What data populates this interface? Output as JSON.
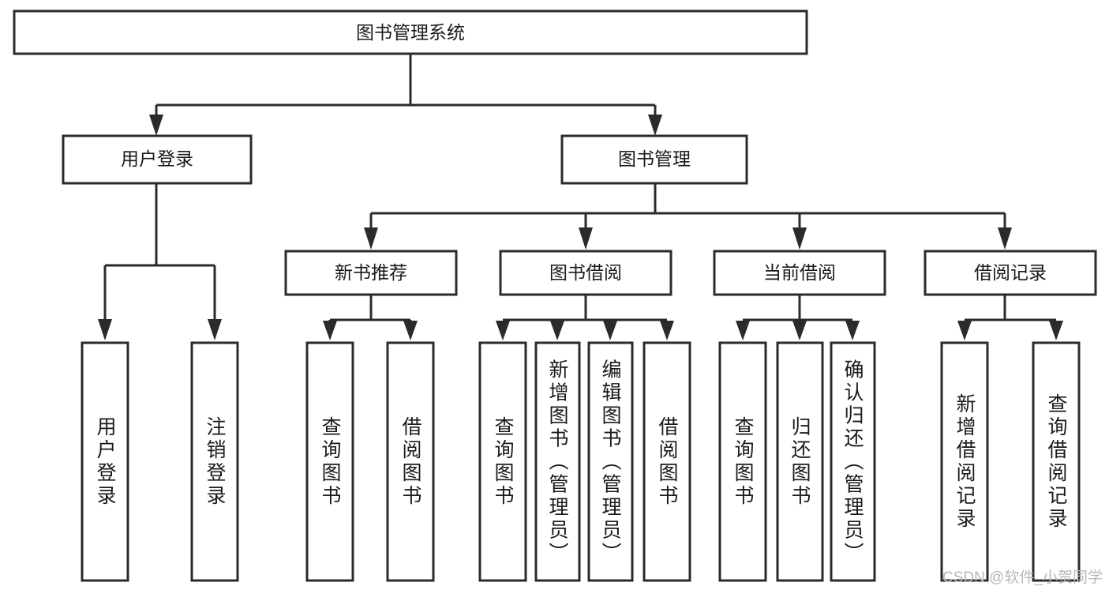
{
  "diagram": {
    "title": "图书管理系统",
    "type": "tree-hierarchy-chart",
    "watermark": "CSDN @软件_小贺同学",
    "colors": {
      "stroke": "#2b2b2b",
      "fill": "#ffffff",
      "text": "#1a1a1a",
      "watermark": "#b8b8b8"
    },
    "root": {
      "label": "图书管理系统"
    },
    "level2": [
      {
        "label": "用户登录"
      },
      {
        "label": "图书管理"
      }
    ],
    "level3": [
      {
        "label": "新书推荐"
      },
      {
        "label": "图书借阅"
      },
      {
        "label": "当前借阅"
      },
      {
        "label": "借阅记录"
      }
    ],
    "leaves": {
      "user_login": [
        {
          "label": "用户登录"
        },
        {
          "label": "注销登录"
        }
      ],
      "new_book_recommend": [
        {
          "label": "查询图书"
        },
        {
          "label": "借阅图书"
        }
      ],
      "book_borrow": [
        {
          "label": "查询图书"
        },
        {
          "label": "新增图书（管理员）"
        },
        {
          "label": "编辑图书（管理员）"
        },
        {
          "label": "借阅图书"
        }
      ],
      "current_borrow": [
        {
          "label": "查询图书"
        },
        {
          "label": "归还图书"
        },
        {
          "label": "确认归还（管理员）"
        }
      ],
      "borrow_record": [
        {
          "label": "新增借阅记录"
        },
        {
          "label": "查询借阅记录"
        }
      ]
    }
  }
}
